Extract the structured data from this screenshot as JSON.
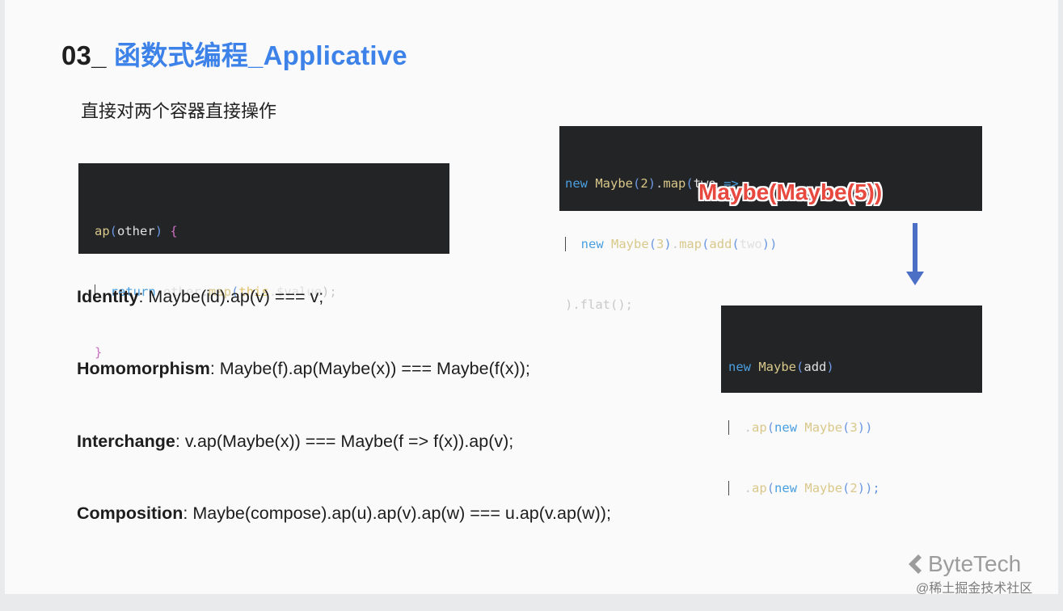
{
  "title": {
    "number": "03_",
    "name": "函数式编程_Applicative"
  },
  "subtitle": "直接对两个容器直接操作",
  "code_ap": {
    "line1": {
      "fn": "ap",
      "open": "(",
      "arg": "other",
      "close": ")",
      "brace": " {"
    },
    "line2": {
      "kw": "return",
      "obj": "other",
      "dot": ".",
      "method": "map",
      "open": "(",
      "this": "this",
      "rest": ".$value",
      "close": ");"
    },
    "line3": {
      "brace": "}"
    }
  },
  "code_maybe": {
    "line1": {
      "new": "new",
      "ctor": "Maybe",
      "open": "(",
      "num": "2",
      "close": ")",
      "dot": ".",
      "method": "map",
      "open2": "(",
      "arg": "two",
      "arrow": " =>"
    },
    "line2": {
      "new": "new",
      "ctor": "Maybe",
      "open": "(",
      "num": "3",
      "close": ")",
      "dot": ".",
      "method": "map",
      "open2": "(",
      "fn": "add",
      "open3": "(",
      "arg": "two",
      "close3": "))"
    },
    "line3": {
      "text": ").flat();"
    }
  },
  "overlay_label": "Maybe(Maybe(5))",
  "code_result": {
    "line1": {
      "new": "new",
      "ctor": "Maybe",
      "open": "(",
      "arg": "add",
      "close": ")"
    },
    "line2": {
      "dot": ".",
      "method": "ap",
      "open": "(",
      "new": "new",
      "ctor": "Maybe",
      "open2": "(",
      "num": "3",
      "close": "))"
    },
    "line3": {
      "dot": ".",
      "method": "ap",
      "open": "(",
      "new": "new",
      "ctor": "Maybe",
      "open2": "(",
      "num": "2",
      "close": "));"
    }
  },
  "laws": {
    "identity": {
      "name": "Identity",
      "sep": ":  ",
      "formula": "Maybe(id).ap(v) === v;"
    },
    "homomorphism": {
      "name": "Homomorphism",
      "sep": ": ",
      "formula": "Maybe(f).ap(Maybe(x)) === Maybe(f(x));"
    },
    "interchange": {
      "name": "Interchange",
      "sep": ":  ",
      "formula": "v.ap(Maybe(x)) === Maybe(f => f(x)).ap(v);"
    },
    "composition": {
      "name": "Composition",
      "sep": ": ",
      "formula": "Maybe(compose).ap(u).ap(v).ap(w) === u.ap(v.ap(w));"
    }
  },
  "brand": "ByteTech",
  "watermark": "@稀土掘金技术社区",
  "colors": {
    "accent": "#3d82e8",
    "code_bg": "#232426",
    "overlay": "#e8493f",
    "arrow": "#4a6fc4"
  }
}
